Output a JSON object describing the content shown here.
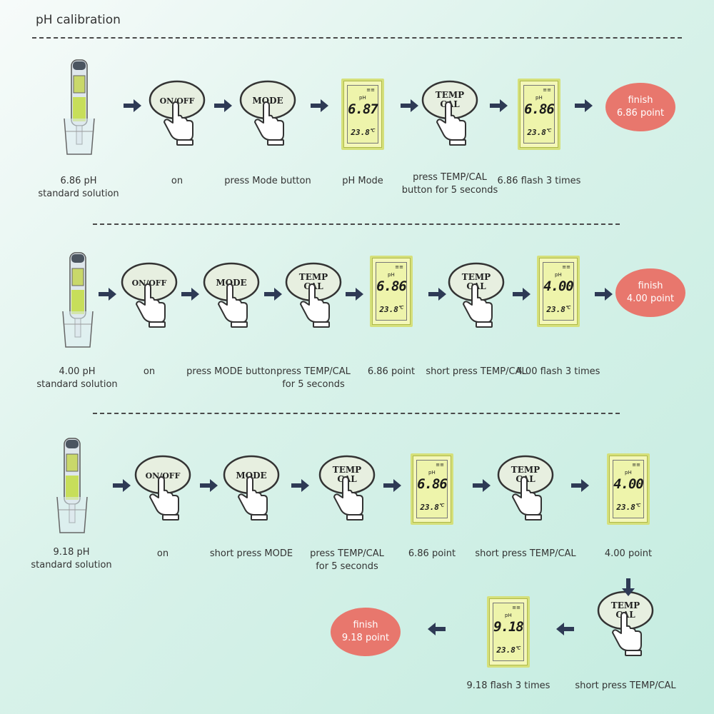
{
  "title": "pH calibration",
  "colors": {
    "finish": "#e8776d",
    "arrow": "#2e3a55",
    "lcd": "#f4f7b9"
  },
  "rows": [
    {
      "probe_caption": [
        "6.86  pH",
        "standard solution"
      ],
      "steps": [
        {
          "kind": "button",
          "button": "ON/OFF",
          "caption": [
            "on"
          ]
        },
        {
          "kind": "button",
          "button": "MODE",
          "caption": [
            "press Mode button"
          ]
        },
        {
          "kind": "lcd",
          "reading": "6.87",
          "temp": "23.8",
          "caption": [
            "pH Mode"
          ]
        },
        {
          "kind": "button",
          "button": "TEMP CAL",
          "caption": [
            "press TEMP/CAL",
            "button for 5 seconds"
          ]
        },
        {
          "kind": "lcd",
          "reading": "6.86",
          "temp": "23.8",
          "caption": [
            "6.86 flash 3 times"
          ]
        },
        {
          "kind": "finish",
          "text": [
            "finish",
            "6.86 point"
          ]
        }
      ]
    },
    {
      "probe_caption": [
        "4.00 pH",
        "standard solution"
      ],
      "steps": [
        {
          "kind": "button",
          "button": "ON/OFF",
          "caption": [
            "on"
          ]
        },
        {
          "kind": "button",
          "button": "MODE",
          "caption": [
            "press MODE button"
          ]
        },
        {
          "kind": "button",
          "button": "TEMP CAL",
          "caption": [
            "press TEMP/CAL",
            "for 5 seconds"
          ]
        },
        {
          "kind": "lcd",
          "reading": "6.86",
          "temp": "23.8",
          "caption": [
            "6.86 point"
          ]
        },
        {
          "kind": "button",
          "button": "TEMP CAL",
          "caption": [
            "short press TEMP/CAL"
          ]
        },
        {
          "kind": "lcd",
          "reading": "4.00",
          "temp": "23.8",
          "caption": [
            "4.00 flash 3 times"
          ]
        },
        {
          "kind": "finish",
          "text": [
            "finish",
            "4.00 point"
          ]
        }
      ]
    },
    {
      "probe_caption": [
        "9.18 pH",
        "standard solution"
      ],
      "steps": [
        {
          "kind": "button",
          "button": "ON/OFF",
          "caption": [
            "on"
          ]
        },
        {
          "kind": "button",
          "button": "MODE",
          "caption": [
            "short press MODE"
          ]
        },
        {
          "kind": "button",
          "button": "TEMP CAL",
          "caption": [
            "press TEMP/CAL",
            "for 5 seconds"
          ]
        },
        {
          "kind": "lcd",
          "reading": "6.86",
          "temp": "23.8",
          "caption": [
            "6.86 point"
          ]
        },
        {
          "kind": "button",
          "button": "TEMP CAL",
          "caption": [
            "short press TEMP/CAL"
          ]
        },
        {
          "kind": "lcd",
          "reading": "4.00",
          "temp": "23.8",
          "caption": [
            "4.00 point"
          ]
        },
        {
          "kind": "button",
          "button": "TEMP CAL",
          "caption": [
            "short press TEMP/CAL"
          ]
        },
        {
          "kind": "lcd",
          "reading": "9.18",
          "temp": "23.8",
          "caption": [
            "9.18 flash 3 times"
          ]
        },
        {
          "kind": "finish",
          "text": [
            "finish",
            "9.18 point"
          ]
        }
      ]
    }
  ]
}
